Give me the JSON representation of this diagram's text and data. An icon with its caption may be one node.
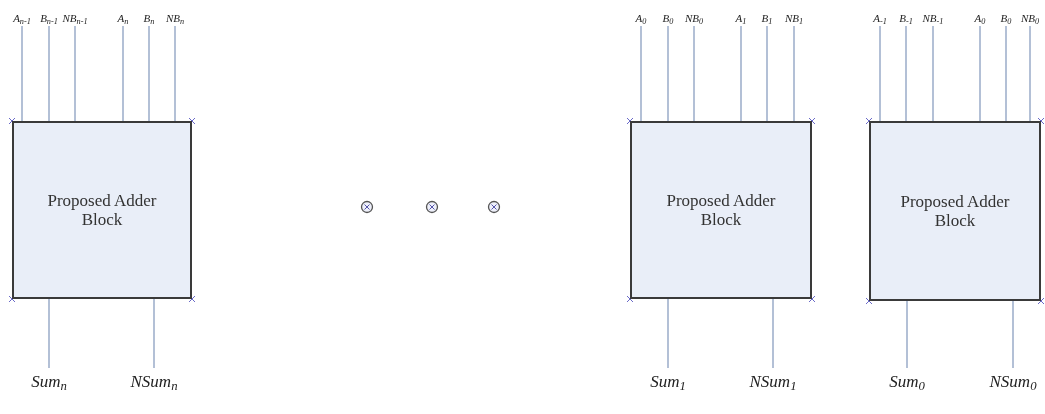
{
  "diagram": {
    "nodes": [
      {
        "text": [
          "Proposed Adder Block"
        ]
      },
      {
        "text": [
          "Proposed Adder Block"
        ]
      },
      {
        "text": [
          "Proposed Adder Block"
        ]
      },
      {
        "text": [
          "A$_{n-1}$"
        ]
      },
      {
        "text": [
          "B$_{n-1}$"
        ]
      },
      {
        "text": [
          "NB$_{n-1}$"
        ]
      },
      {
        "text": [
          "A$_{n}$"
        ]
      },
      {
        "text": [
          "B$_{n}$"
        ]
      },
      {
        "text": [
          "NB$_{n}$"
        ]
      },
      {
        "text": [
          "A$_{0}$"
        ]
      },
      {
        "text": [
          "B$_{0}$"
        ]
      },
      {
        "text": [
          "NB$_{0}$"
        ]
      },
      {
        "text": [
          "A$_{1}$"
        ]
      },
      {
        "text": [
          "B$_{1}$"
        ]
      },
      {
        "text": [
          "NB$_{1}$"
        ]
      },
      {
        "text": [
          "A$_{-1}$"
        ]
      },
      {
        "text": [
          "B$_{-1}$"
        ]
      },
      {
        "text": [
          "NB$_{-1}$"
        ]
      },
      {
        "text": [
          "A$_{0}$"
        ]
      },
      {
        "text": [
          "B$_{0}$"
        ]
      },
      {
        "text": [
          "NB$_{0}$"
        ]
      },
      {
        "text": [
          "Sum$_{n}$"
        ]
      },
      {
        "text": [
          "NSum$_{n}$"
        ]
      },
      {
        "text": [
          "Sum$_{1}$"
        ]
      },
      {
        "text": [
          "NSum$_{1}$"
        ]
      },
      {
        "text": [
          "Sum$_{0}$"
        ]
      },
      {
        "text": [
          "NSum$_{0}$"
        ]
      }
    ],
    "edges": [
      {
        "from": 3,
        "to": 0,
        "arrow": "none"
      },
      {
        "from": 4,
        "to": 0,
        "arrow": "none"
      },
      {
        "from": 5,
        "to": 0,
        "arrow": "none"
      },
      {
        "from": 6,
        "to": 0,
        "arrow": "none"
      },
      {
        "from": 7,
        "to": 0,
        "arrow": "none"
      },
      {
        "from": 8,
        "to": 0,
        "arrow": "none"
      },
      {
        "from": 9,
        "to": 1,
        "arrow": "none"
      },
      {
        "from": 10,
        "to": 1,
        "arrow": "none"
      },
      {
        "from": 11,
        "to": 1,
        "arrow": "none"
      },
      {
        "from": 12,
        "to": 1,
        "arrow": "none"
      },
      {
        "from": 13,
        "to": 1,
        "arrow": "none"
      },
      {
        "from": 14,
        "to": 1,
        "arrow": "none"
      },
      {
        "from": 15,
        "to": 2,
        "arrow": "none"
      },
      {
        "from": 16,
        "to": 2,
        "arrow": "none"
      },
      {
        "from": 17,
        "to": 2,
        "arrow": "none"
      },
      {
        "from": 18,
        "to": 2,
        "arrow": "none"
      },
      {
        "from": 19,
        "to": 2,
        "arrow": "none"
      },
      {
        "from": 20,
        "to": 2,
        "arrow": "none"
      },
      {
        "from": 0,
        "to": 21,
        "arrow": "none"
      },
      {
        "from": 0,
        "to": 22,
        "arrow": "none"
      },
      {
        "from": 1,
        "to": 23,
        "arrow": "none"
      },
      {
        "from": 1,
        "to": 24,
        "arrow": "none"
      },
      {
        "from": 2,
        "to": 25,
        "arrow": "none"
      },
      {
        "from": 2,
        "to": 26,
        "arrow": "none"
      }
    ]
  }
}
